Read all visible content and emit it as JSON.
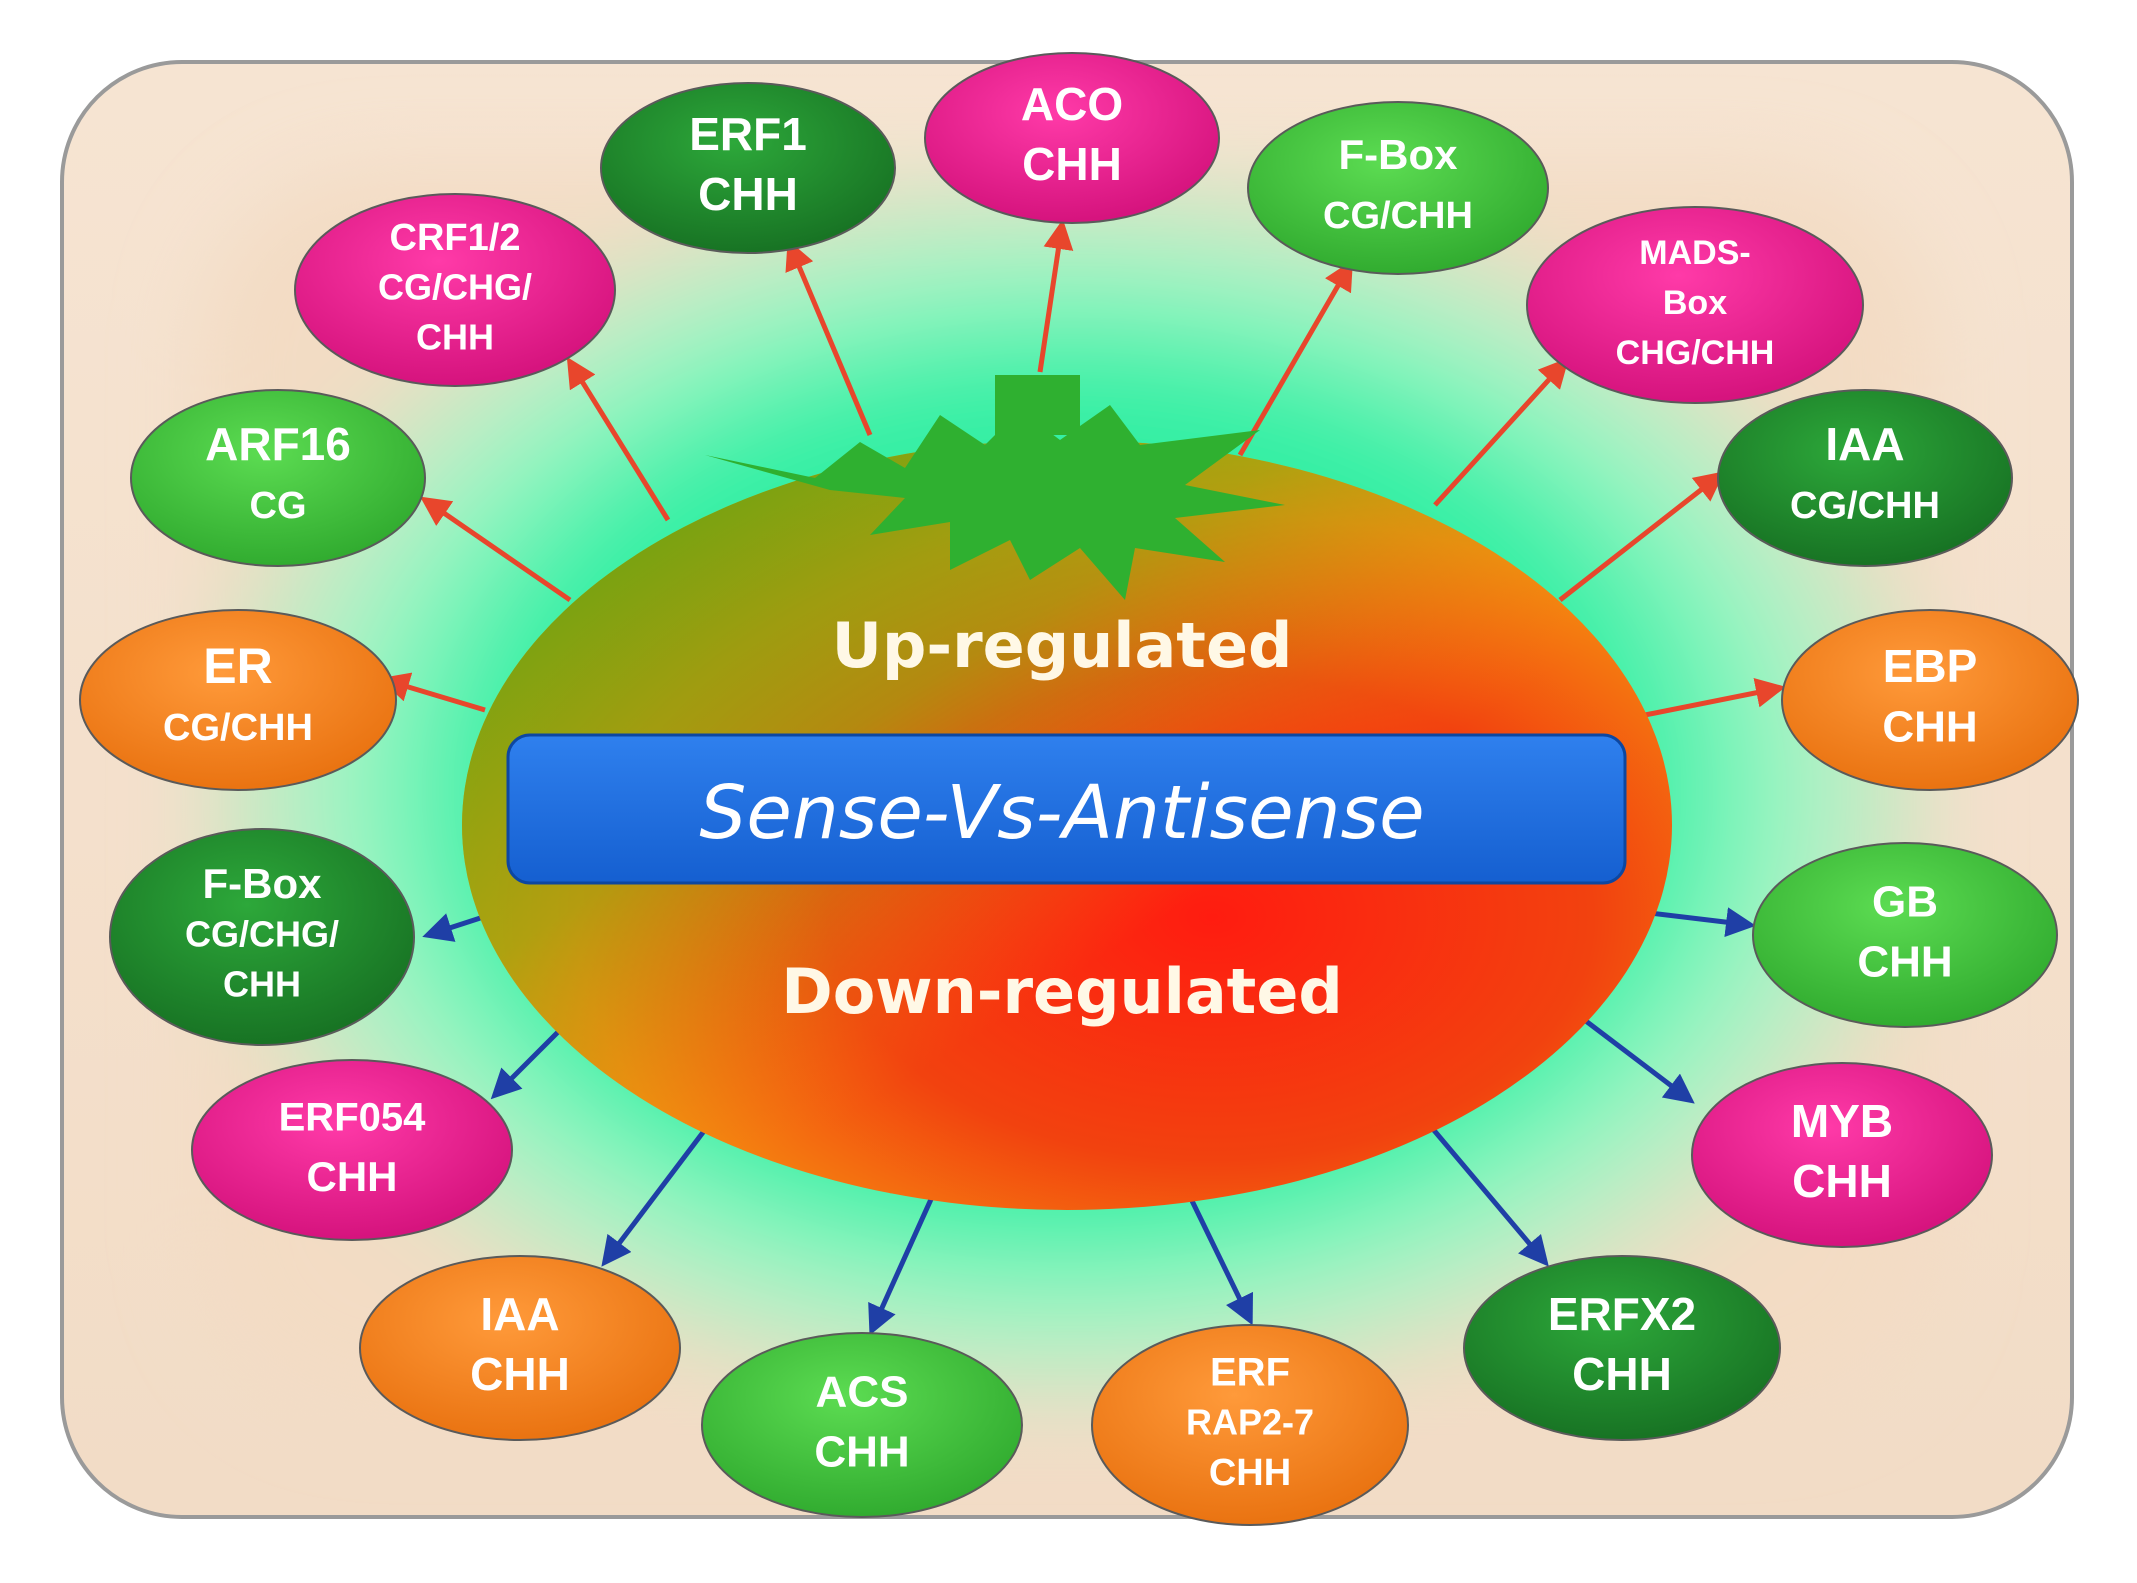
{
  "center": {
    "up_label": "Up-regulated",
    "down_label": "Down-regulated",
    "banner_label": "Sense-Vs-Antisense"
  },
  "colors": {
    "magenta": "#e8168a",
    "dark_green": "#1e8e2b",
    "light_green": "#3ec63b",
    "orange": "#f57f17",
    "up_arrow": "#e8462c",
    "down_arrow": "#1f3fa6",
    "banner": "#1f6fe0"
  },
  "up_nodes": [
    {
      "id": "erf1",
      "color": "dark_green",
      "lines": [
        "ERF1",
        "CHH"
      ]
    },
    {
      "id": "aco",
      "color": "magenta",
      "lines": [
        "ACO",
        "CHH"
      ]
    },
    {
      "id": "fbox-up",
      "color": "light_green",
      "lines": [
        "F-Box",
        "CG/CHH"
      ]
    },
    {
      "id": "crf12",
      "color": "magenta",
      "lines": [
        "CRF1/2",
        "CG/CHG/",
        "CHH"
      ]
    },
    {
      "id": "mads-box",
      "color": "magenta",
      "lines": [
        "MADS-",
        "Box",
        "CHG/CHH"
      ]
    },
    {
      "id": "arf16",
      "color": "light_green",
      "lines": [
        "ARF16",
        "CG"
      ]
    },
    {
      "id": "iaa-up",
      "color": "dark_green",
      "lines": [
        "IAA",
        "CG/CHH"
      ]
    },
    {
      "id": "er",
      "color": "orange",
      "lines": [
        "ER",
        "CG/CHH"
      ]
    },
    {
      "id": "ebp",
      "color": "orange",
      "lines": [
        "EBP",
        "CHH"
      ]
    }
  ],
  "down_nodes": [
    {
      "id": "fbox-down",
      "color": "dark_green",
      "lines": [
        "F-Box",
        "CG/CHG/",
        "CHH"
      ]
    },
    {
      "id": "gb",
      "color": "light_green",
      "lines": [
        "GB",
        "CHH"
      ]
    },
    {
      "id": "erf054",
      "color": "magenta",
      "lines": [
        "ERF054",
        "CHH"
      ]
    },
    {
      "id": "myb",
      "color": "magenta",
      "lines": [
        "MYB",
        "CHH"
      ]
    },
    {
      "id": "iaa-down",
      "color": "orange",
      "lines": [
        "IAA",
        "CHH"
      ]
    },
    {
      "id": "acs",
      "color": "light_green",
      "lines": [
        "ACS",
        "CHH"
      ]
    },
    {
      "id": "erf-rap",
      "color": "orange",
      "lines": [
        "ERF",
        "RAP2-7",
        "CHH"
      ]
    },
    {
      "id": "erfx2",
      "color": "dark_green",
      "lines": [
        "ERFX2",
        "CHH"
      ]
    }
  ]
}
